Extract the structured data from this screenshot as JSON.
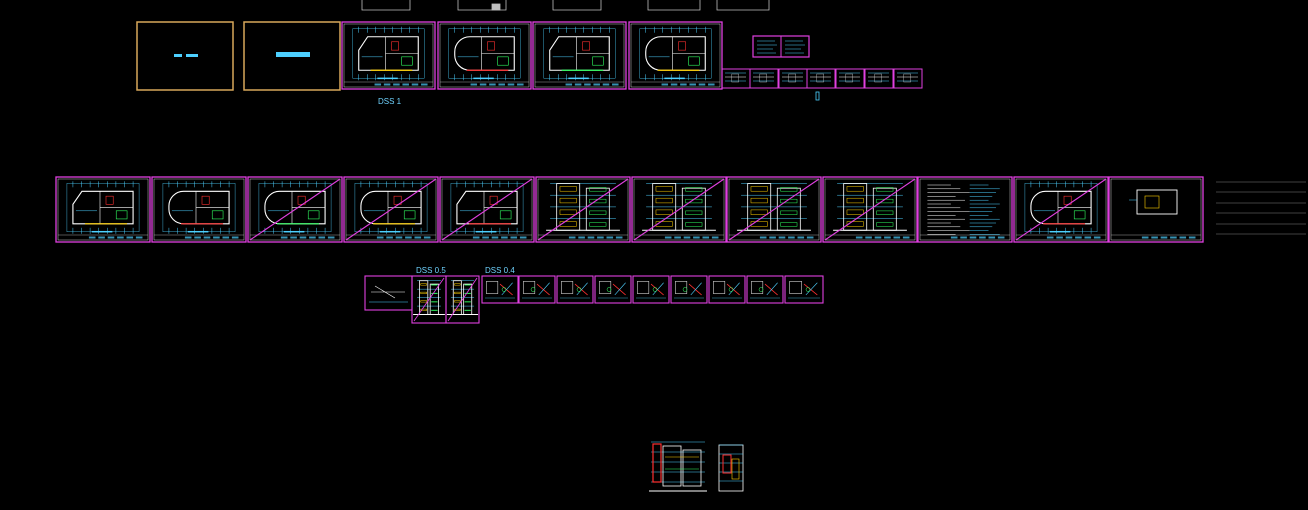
{
  "app": {
    "title": "CAD model space overview"
  },
  "labels": {
    "dss_1": "DSS 1",
    "dss_05": "DSS 0.5",
    "dss_04": "DSS 0.4"
  },
  "colors": {
    "background": "#000000",
    "sheet_frame": "#e040e0",
    "title_frame": "#d8a85a",
    "wall": "#ffffff",
    "dimension": "#4dd0ff",
    "accent_red": "#ff3030",
    "accent_yellow": "#ffd000",
    "accent_green": "#30ff60",
    "label_text": "#6fd3ff",
    "crossed_out": "#e040e0"
  },
  "sheets": {
    "row1_title_pages": 2,
    "row1_plan_sheets": 4,
    "row2_sheets": 12,
    "row3_detail_sheets": 11,
    "bottom_elevations": 2
  }
}
